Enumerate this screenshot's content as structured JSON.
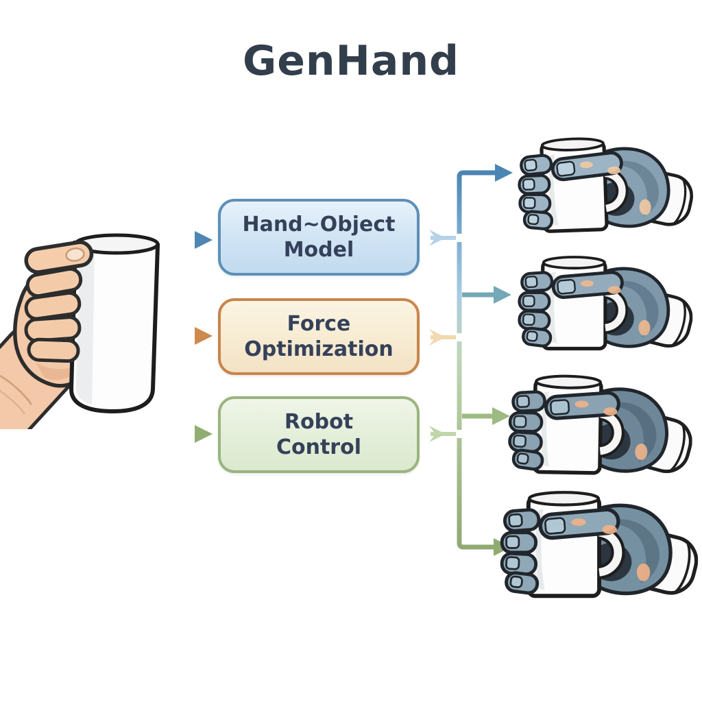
{
  "title": "GenHand",
  "diagram": {
    "input_illustration": "human-hand-holding-white-mug",
    "boxes": [
      {
        "name": "hand-object-model",
        "lines": [
          "Hand~Object",
          "Model"
        ],
        "fill_top": "#e6f2fb",
        "fill_bottom": "#c2dbef",
        "border": "#5d8fb8"
      },
      {
        "name": "force-optimization",
        "lines": [
          "Force",
          "Optimization"
        ],
        "fill_top": "#fbf4e3",
        "fill_bottom": "#f3e2c5",
        "border": "#c8854a"
      },
      {
        "name": "robot-control",
        "lines": [
          "Robot",
          "Control"
        ],
        "fill_top": "#eff5e8",
        "fill_bottom": "#dbe9cf",
        "border": "#9ab47e"
      }
    ],
    "outputs": [
      "robot-hand-grasp-mug-1",
      "robot-hand-grasp-mug-2",
      "robot-hand-grasp-mug-3",
      "robot-hand-grasp-mug-4"
    ],
    "colors": {
      "title_text": "#333e4c",
      "box_text": "#35415a",
      "input_arrow_blue": "#4e86b4",
      "input_arrow_orange": "#cd8a4c",
      "input_arrow_green": "#90ad72",
      "branch_arrow_teal": "#74a8b6",
      "branch_arrow_green": "#9cba81",
      "merge_arrow_blue": "#b5d2e6",
      "merge_arrow_orange": "#f2d8ae",
      "merge_arrow_green": "#c2d6ac",
      "trunk_top": "#4a85b3",
      "trunk_bottom": "#8fa974"
    }
  }
}
